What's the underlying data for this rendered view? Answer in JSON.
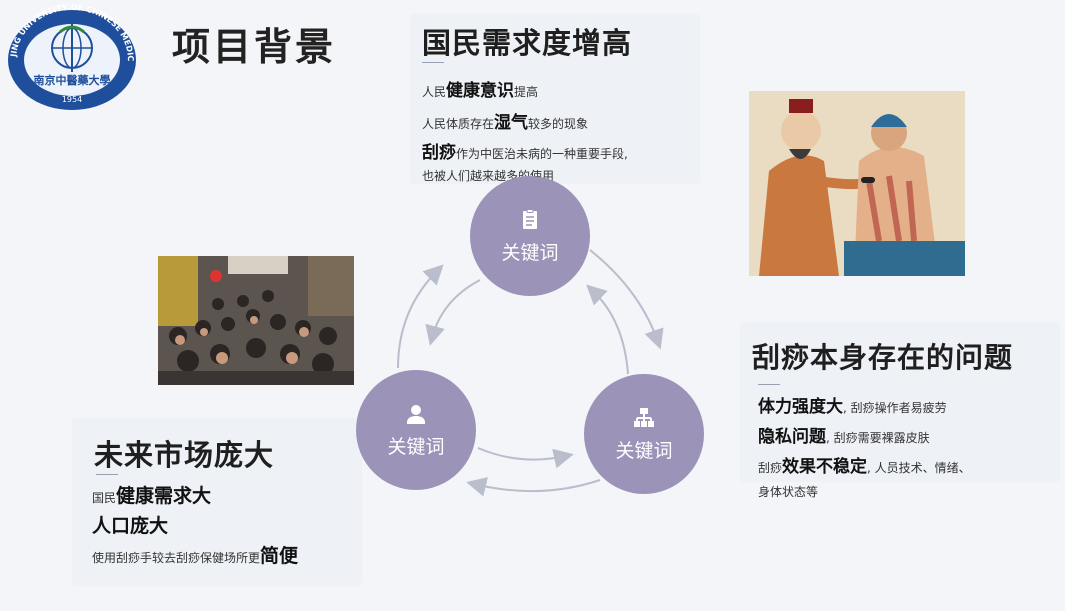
{
  "logo": {
    "arc_text": "NANJING UNIVERSITY OF CHINESE MEDICINE",
    "name": "南京中醫藥大學",
    "year": "1954"
  },
  "page_title": "项目背景",
  "top_card": {
    "title": "国民需求度增高",
    "l1_a": "人民",
    "l1_b": "健康意识",
    "l1_c": "提高",
    "l2_a": "人民体质存在",
    "l2_b": "湿气",
    "l2_c": "较多的现象",
    "l3_a": "刮痧",
    "l3_b": "作为中医治未病的一种重要手段,",
    "l4": "也被人们越来越多的使用"
  },
  "right_card": {
    "title": "刮痧本身存在的问题",
    "l1_a": "体力强度大",
    "l1_b": ", 刮痧操作者易疲劳",
    "l2_a": "隐私问题",
    "l2_b": ", 刮痧需要裸露皮肤",
    "l3_a": "刮痧",
    "l3_b": "效果不稳定",
    "l3_c": ", 人员技术、情绪、",
    "l4": "身体状态等"
  },
  "left_card": {
    "title": "未来市场庞大",
    "l1_a": "国民",
    "l1_b": "健康需求大",
    "l2": "人口庞大",
    "l3_a": "使用刮痧手较去刮痧保健场所更",
    "l3_b": "简便"
  },
  "nodes": {
    "top": {
      "label": "关键词",
      "icon": "clipboard-icon"
    },
    "left": {
      "label": "关键词",
      "icon": "person-icon"
    },
    "right": {
      "label": "关键词",
      "icon": "org-chart-icon"
    }
  },
  "colors": {
    "node_fill": "#9b93b8",
    "arrow": "#b9bdcc",
    "background": "#f3f5f9"
  }
}
